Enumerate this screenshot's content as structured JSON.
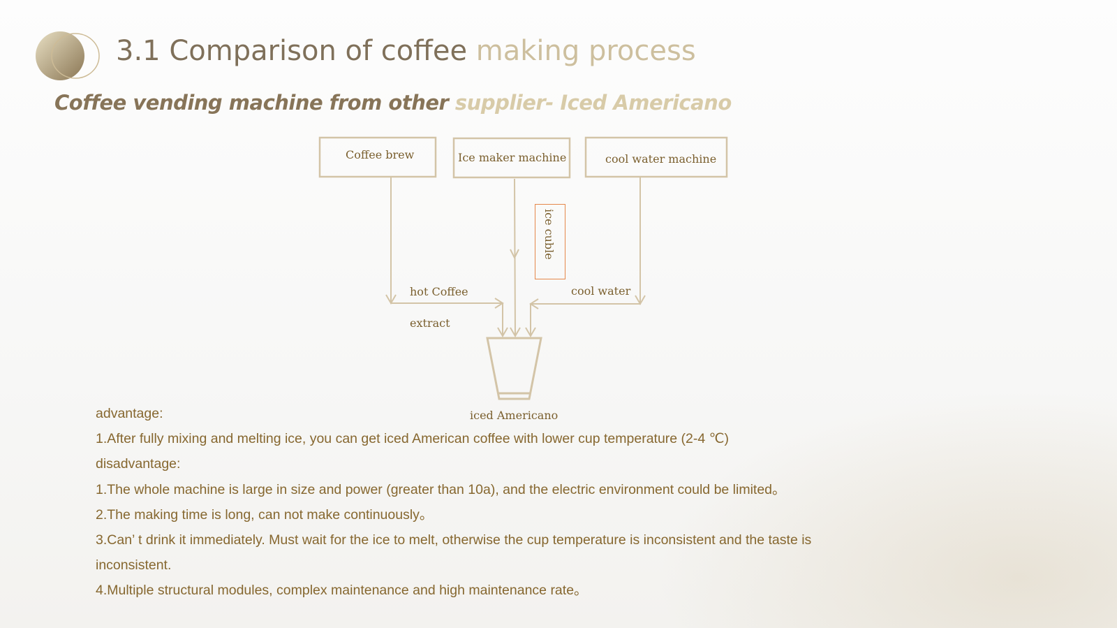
{
  "title": {
    "dark": "3.1 Comparison of coffee",
    "light": " making process"
  },
  "subtitle": {
    "dark": "Coffee vending machine from other",
    "light": " supplier- Iced Americano"
  },
  "diagram": {
    "boxes": [
      "Coffee brew",
      "Ice maker machine",
      "cool water machine"
    ],
    "ice_label": "ice cuble",
    "hot_coffee": "hot Coffee",
    "extract": "extract",
    "cool_water": "cool water",
    "output": "iced Americano"
  },
  "content": {
    "advantage_heading": "advantage:",
    "advantages": [
      "1.After fully mixing and melting ice, you can get iced American coffee with lower cup temperature (2-4 ℃)"
    ],
    "disadvantage_heading": "disadvantage:",
    "disadvantages": [
      "1.The whole machine is large in size and power (greater than 10a), and the electric environment could be limited。",
      "2.The making time is long, can not make continuously。",
      "3.Can’ t drink it immediately. Must wait for the ice to melt, otherwise the cup temperature is inconsistent and the taste is",
      "inconsistent.",
      "4.Multiple structural modules, complex maintenance and high maintenance rate。"
    ]
  }
}
